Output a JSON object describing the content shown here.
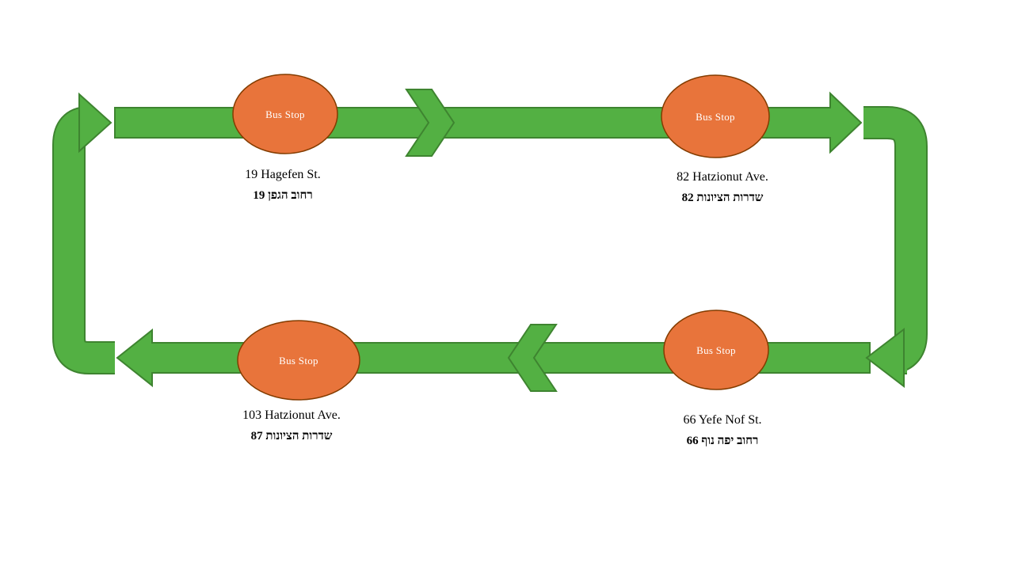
{
  "diagram": {
    "kind": "bus-route-loop",
    "colors": {
      "route_green": "#53B043",
      "route_outline": "#3E8430",
      "stop_fill": "#E8743B",
      "stop_outline": "#833C00",
      "label_text": "#000000",
      "stop_label_text": "#FFFFFF",
      "background": "#FFFFFF"
    },
    "stops": [
      {
        "label": "Bus Stop",
        "address_en": "19 Hagefen St.",
        "address_he": "רחוב הגפן 19"
      },
      {
        "label": "Bus Stop",
        "address_en": "82 Hatzionut Ave.",
        "address_he": "שדרות הציונות 82"
      },
      {
        "label": "Bus Stop",
        "address_en": "103 Hatzionut Ave.",
        "address_he": "שדרות הציונות 87"
      },
      {
        "label": "Bus Stop",
        "address_en": "66 Yefe Nof St.",
        "address_he": "רחוב יפה נוף 66"
      }
    ]
  }
}
